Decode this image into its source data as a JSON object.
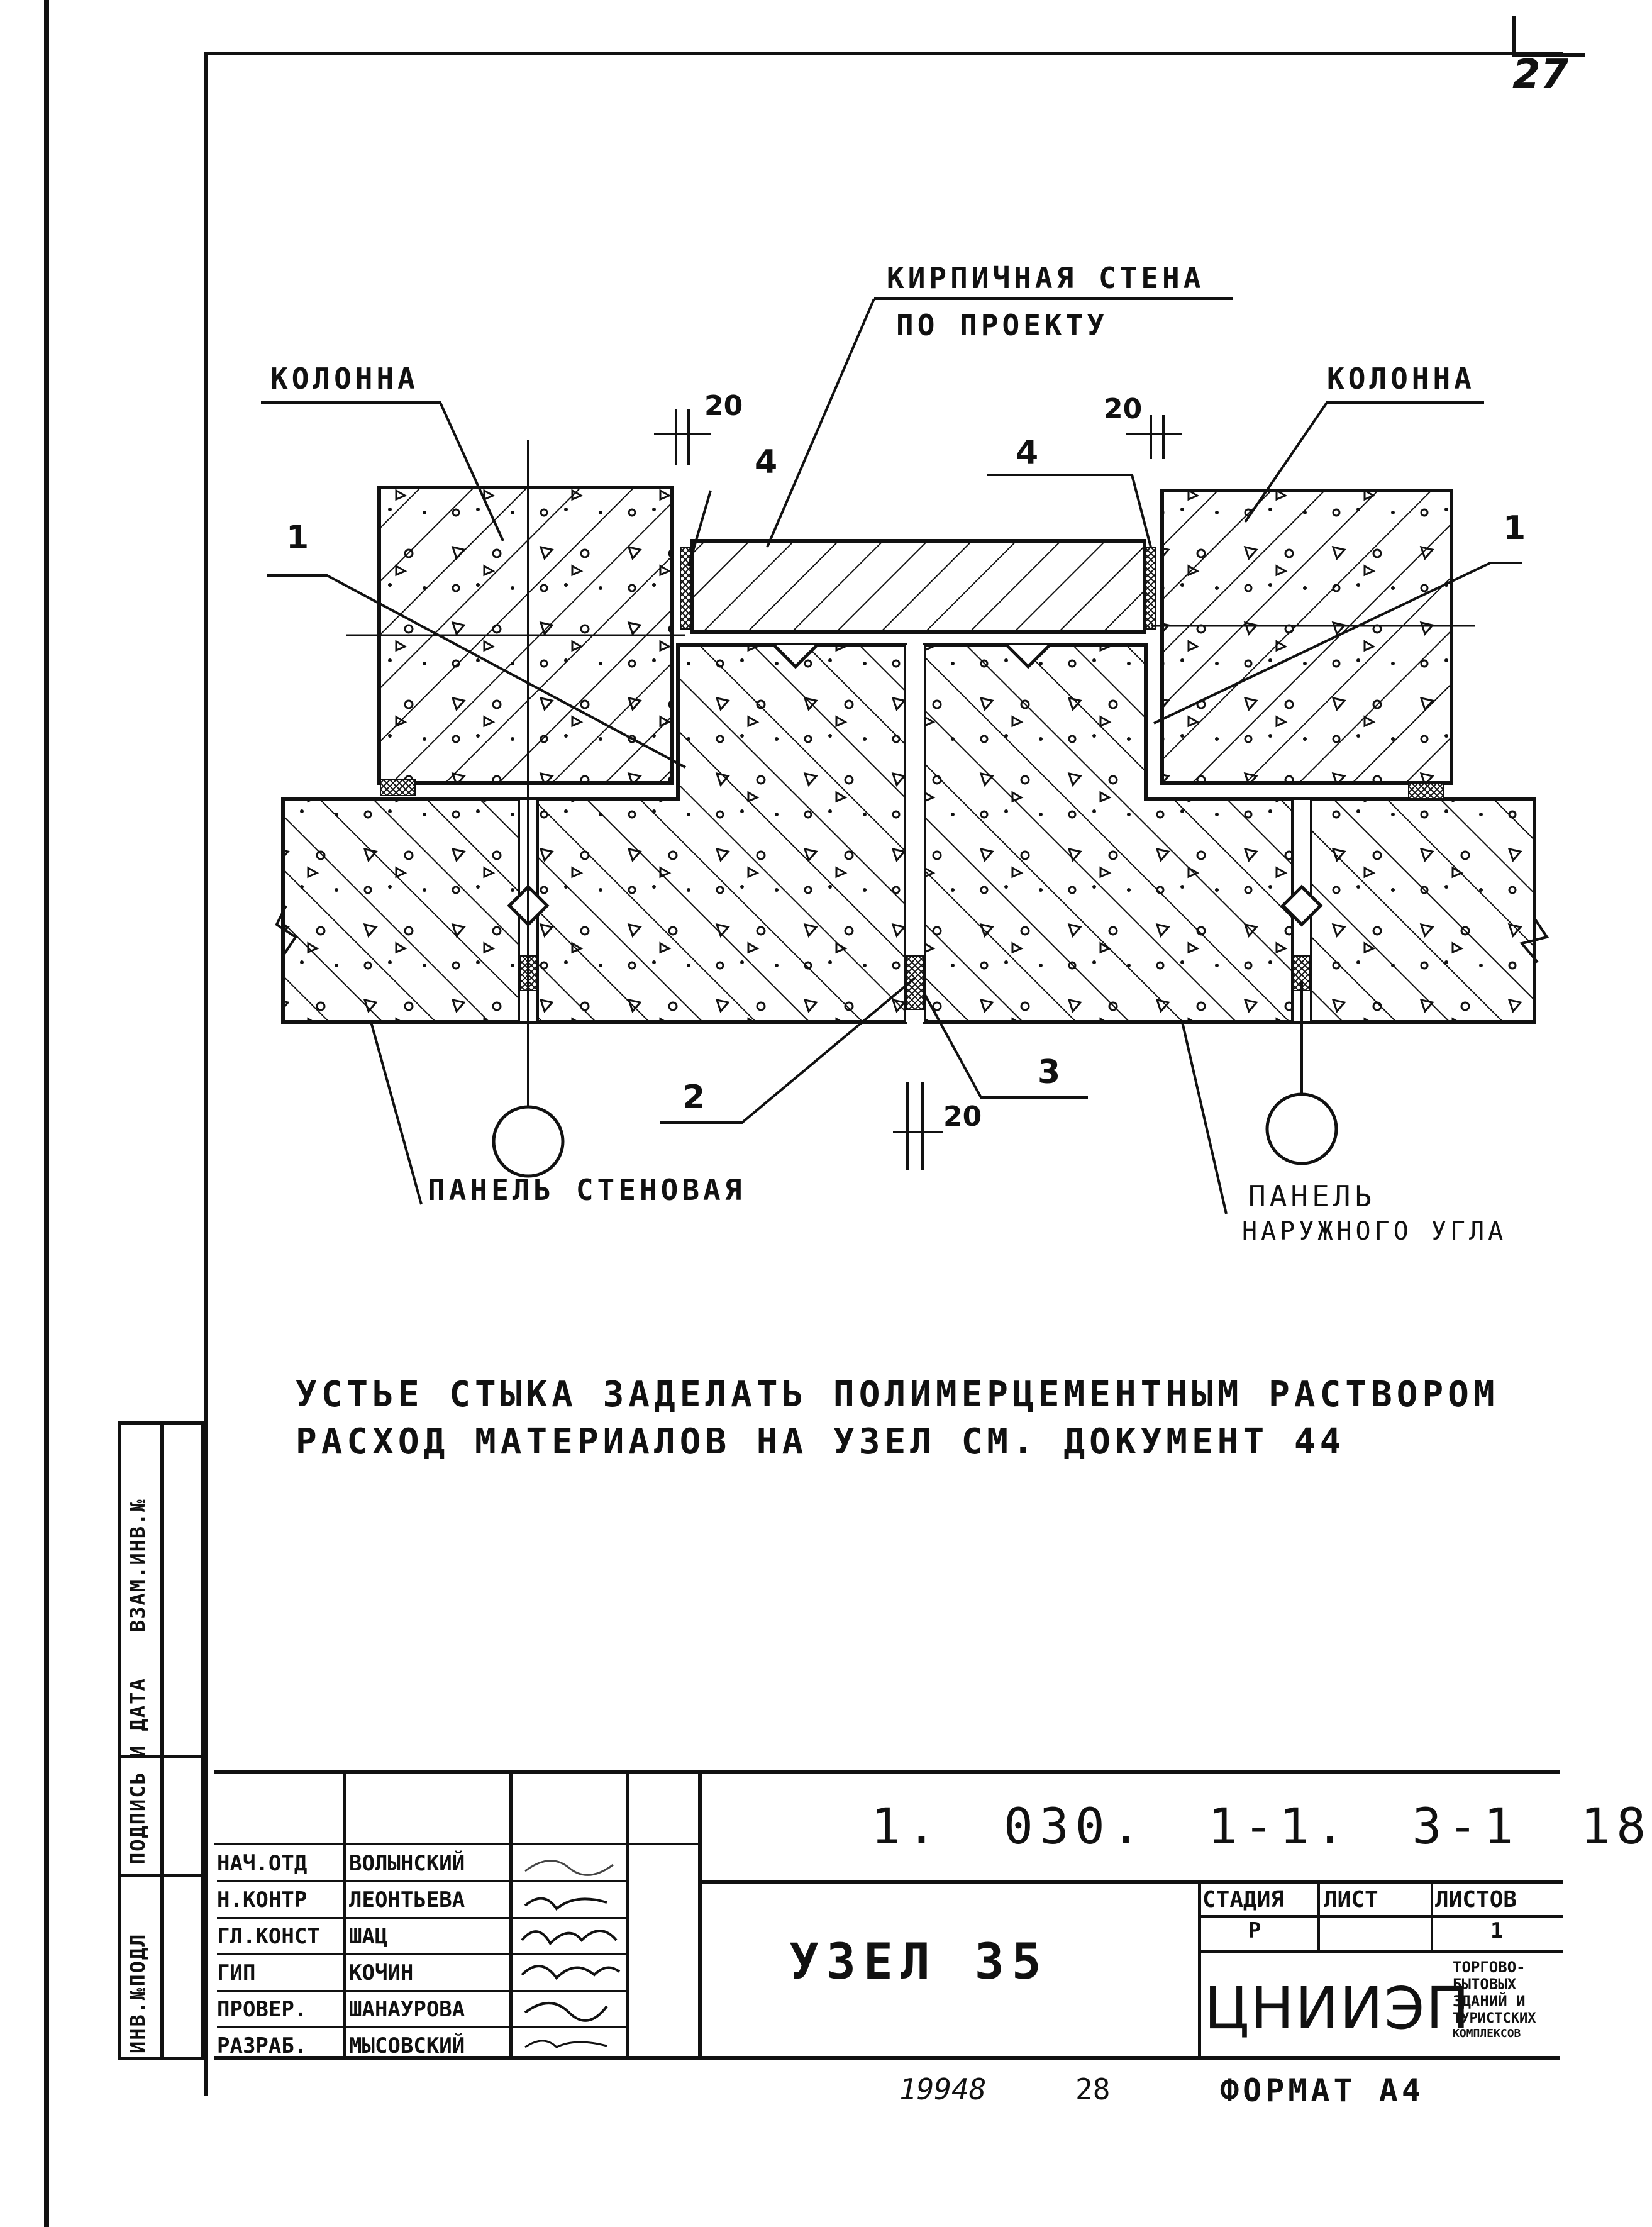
{
  "page_number": "27",
  "drawing": {
    "labels": {
      "brick_wall_line1": "КИРПИЧНАЯ СТЕНА",
      "brick_wall_line2": "ПО ПРОЕКТУ",
      "column_left": "КОЛОННА",
      "column_right": "КОЛОННА",
      "wall_panel": "ПАНЕЛЬ СТЕНОВАЯ",
      "corner_panel_line1": "ПАНЕЛЬ",
      "corner_panel_line2": "НАРУЖНОГО УГЛА"
    },
    "dimensions": {
      "gap_left": "20",
      "gap_right": "20",
      "gap_bottom": "20"
    },
    "callouts": {
      "c1_left": "1",
      "c1_right": "1",
      "c2": "2",
      "c3": "3",
      "c4_left": "4",
      "c4_right": "4"
    }
  },
  "notes": {
    "line1": "УСТЬЕ СТЫКА ЗАДЕЛАТЬ ПОЛИМЕРЦЕМЕНТНЫМ РАСТВОРОМ",
    "line2": "РАСХОД МАТЕРИАЛОВ НА УЗЕЛ СМ. ДОКУМЕНТ 44"
  },
  "side_stamp": {
    "inv_podl": "ИНВ.№ПОДЛ",
    "podpis_data": "ПОДПИСЬ И ДАТА",
    "vzam_inv": "ВЗАМ.ИНВ.№"
  },
  "title_block": {
    "doc_code": "1. 030. 1-1. 3-1 18",
    "title": "УЗЕЛ 35",
    "headers": {
      "stage": "СТАДИЯ",
      "sheet": "ЛИСТ",
      "sheets": "ЛИСТОВ"
    },
    "values": {
      "stage": "Р",
      "sheet": "",
      "sheets": "1"
    },
    "org": "ЦНИИЭП",
    "org_desc": [
      "ТОРГОВО-",
      "БЫТОВЫХ",
      "ЗДАНИЙ И",
      "ТУРИСТСКИХ",
      "КОМПЛЕКСОВ"
    ],
    "signers": [
      {
        "role": "НАЧ.ОТД",
        "name": "ВОЛЫНСКИЙ"
      },
      {
        "role": "Н.КОНТР",
        "name": "ЛЕОНТЬЕВА"
      },
      {
        "role": "ГЛ.КОНСТ",
        "name": "ШАЦ"
      },
      {
        "role": "ГИП",
        "name": "КОЧИН"
      },
      {
        "role": "ПРОВЕР.",
        "name": "ШАНАУРОВА"
      },
      {
        "role": "РАЗРАБ.",
        "name": "МЫСОВСКИЙ"
      }
    ],
    "footer_left": "19948",
    "footer_mid": "28",
    "format": "ФОРМАТ А4"
  }
}
